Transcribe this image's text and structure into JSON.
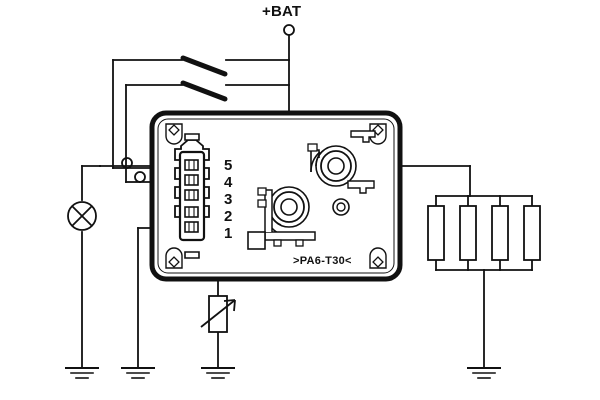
{
  "diagram": {
    "title_label": "+BAT",
    "type": "automotive-wiring-diagram",
    "background_color": "#ffffff",
    "line_color": "#111111"
  },
  "power": {
    "terminal_label": "+BAT",
    "terminal_name": "battery-positive-terminal"
  },
  "switches": [
    {
      "name": "switch-upper",
      "label": ""
    },
    {
      "name": "switch-lower",
      "label": ""
    }
  ],
  "module": {
    "name": "glow-plug-control-module",
    "material_marking": ">PA6-T30<",
    "case_color": "#ffffff",
    "outline_color": "#111111",
    "mounting_holes": 4,
    "terminal_studs": 2
  },
  "connector": {
    "name": "5-pin-connector",
    "pin_count": 5,
    "pins": [
      {
        "number": "5",
        "label": "5"
      },
      {
        "number": "4",
        "label": "4"
      },
      {
        "number": "3",
        "label": "3"
      },
      {
        "number": "2",
        "label": "2"
      },
      {
        "number": "1",
        "label": "1"
      }
    ]
  },
  "components": {
    "lamp": {
      "name": "indicator-lamp",
      "symbol": "crossed-circle"
    },
    "thermistor": {
      "name": "thermistor-variable-resistor",
      "symbol": "resistor-with-arrow"
    },
    "glow_plugs": {
      "name": "glow-plug-bank",
      "count": 4,
      "items": [
        {
          "label": ""
        },
        {
          "label": ""
        },
        {
          "label": ""
        },
        {
          "label": ""
        }
      ]
    },
    "grounds": [
      {
        "name": "ground-lamp"
      },
      {
        "name": "ground-pin1"
      },
      {
        "name": "ground-thermistor"
      },
      {
        "name": "ground-glow-plugs"
      }
    ]
  }
}
